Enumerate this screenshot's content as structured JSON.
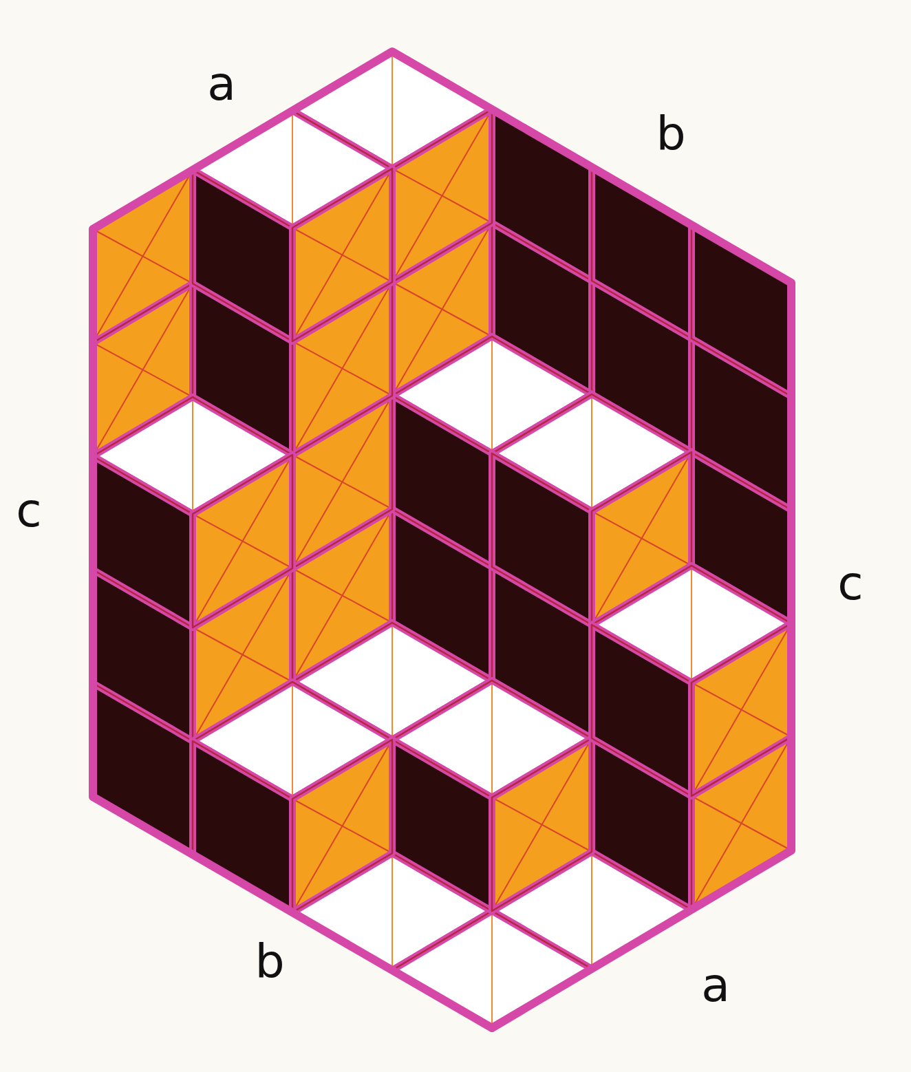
{
  "diagram": {
    "labels": [
      "a",
      "b",
      "c",
      "c",
      "b",
      "a"
    ]
  }
}
